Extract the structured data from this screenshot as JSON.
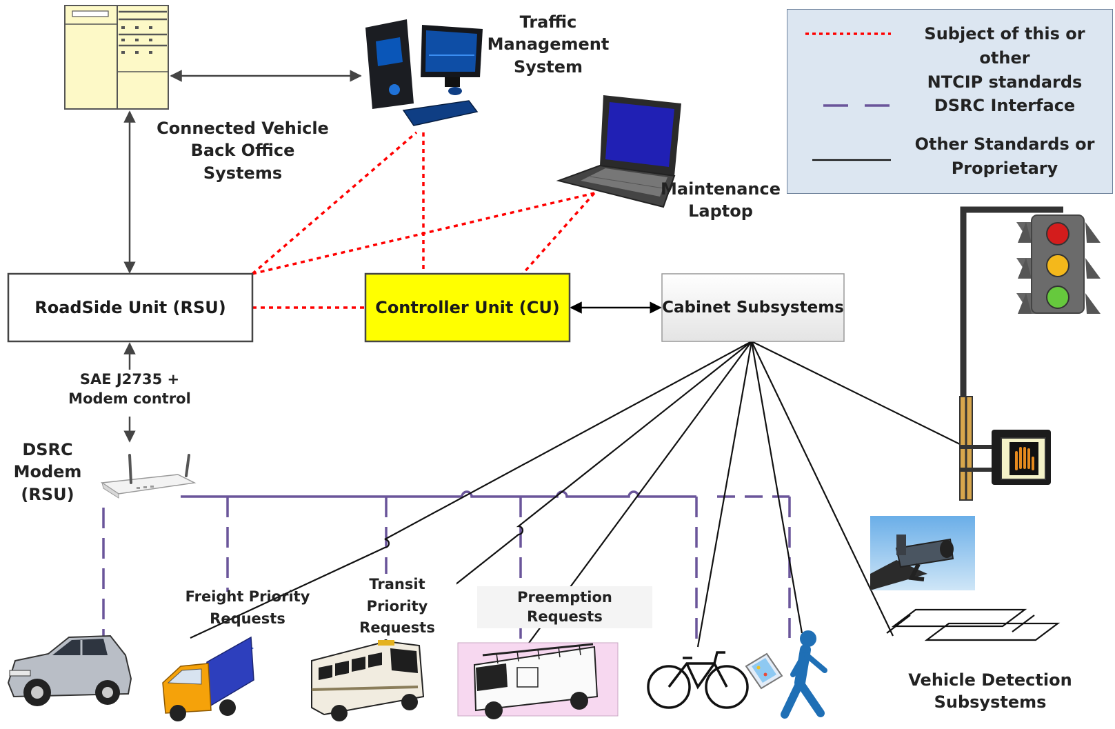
{
  "labels": {
    "back_office": [
      "Connected Vehicle",
      "Back Office Systems"
    ],
    "tms": [
      "Traffic",
      "Management",
      "System"
    ],
    "laptop": [
      "Maintenance",
      "Laptop"
    ],
    "rsu": "RoadSide Unit (RSU)",
    "cu": "Controller Unit (CU)",
    "cabinet": "Cabinet Subsystems",
    "sae": [
      "SAE J2735 +",
      "Modem control"
    ],
    "modem": [
      "DSRC",
      "Modem",
      "(RSU)"
    ],
    "freight": [
      "Freight Priority",
      "Requests"
    ],
    "transit": [
      "Transit Priority",
      "Requests"
    ],
    "preemption": "Preemption Requests",
    "detection": [
      "Vehicle Detection",
      "Subsystems"
    ]
  },
  "legend": {
    "red_dotted": [
      "Subject of this or other",
      "NTCIP standards"
    ],
    "purple_dashed": "DSRC Interface",
    "black_solid": [
      "Other Standards or",
      "Proprietary"
    ]
  },
  "colors": {
    "ntcip_line": "#ff0000",
    "dsrc_line": "#6a559a",
    "other_line": "#111111",
    "cu_fill": "#ffff00",
    "legend_fill": "#dce6f1",
    "back_office_fill": "#fdf9c7"
  },
  "icons": [
    "server-rack-icon",
    "desktop-computer-icon",
    "laptop-icon",
    "traffic-signal-icon",
    "pedestrian-signal-icon",
    "cctv-camera-icon",
    "loop-detector-icon",
    "wireless-router-icon",
    "car-icon",
    "truck-icon",
    "bus-icon",
    "fire-truck-icon",
    "bicycle-icon",
    "smartphone-icon",
    "pedestrian-icon"
  ]
}
